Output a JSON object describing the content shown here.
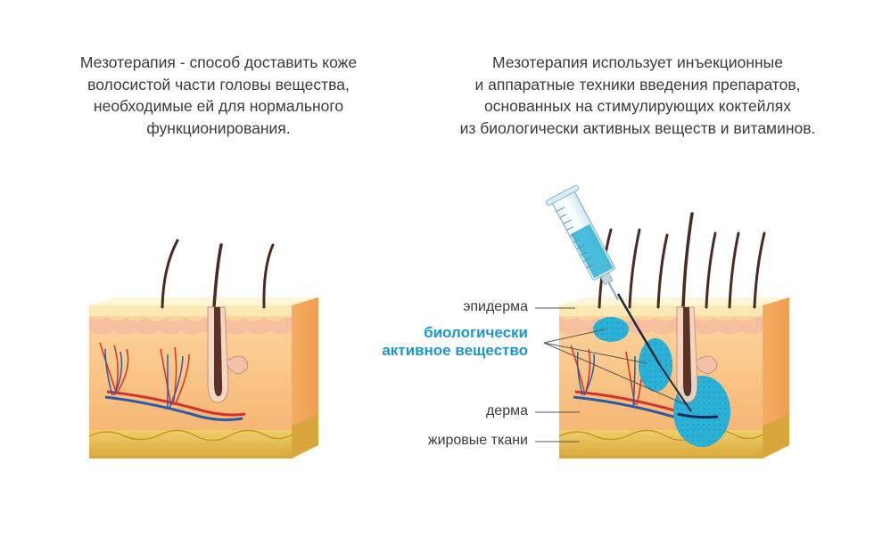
{
  "captions": {
    "left": [
      "Мезотерапия - способ доставить коже",
      "волосистой части головы вещества,",
      "необходимые ей для нормального",
      "функционирования."
    ],
    "right": [
      "Мезотерапия использует инъекционные",
      "и аппаратные техники введения препаратов,",
      "основанных на стимулирующих коктейлях",
      "из биологически активных веществ и витаминов."
    ]
  },
  "labels": {
    "epidermis": "эпидерма",
    "active_substance_line1": "биологически",
    "active_substance_line2": "активное вещество",
    "dermis": "дерма",
    "fat": "жировые ткани"
  },
  "colors": {
    "text": "#3a3a3a",
    "accent_blue": "#1a98c8",
    "skin_top": "#fbe9b5",
    "dermis": "#f8c68a",
    "fat": "#e2b54b",
    "blue_blob": "#2bb0d6",
    "vessel_red": "#d8312a",
    "vessel_blue": "#2c5aa8",
    "hair": "#4a2b20"
  }
}
